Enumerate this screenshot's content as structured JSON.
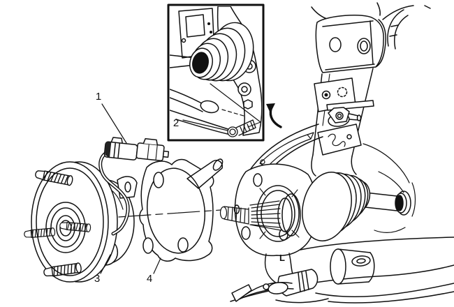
{
  "figure": {
    "callouts": {
      "c1": "1",
      "c2": "2",
      "c3": "3",
      "c4": "4"
    },
    "cast_mark": "L",
    "colors": {
      "background": "#ffffff",
      "ink": "#111111"
    }
  }
}
